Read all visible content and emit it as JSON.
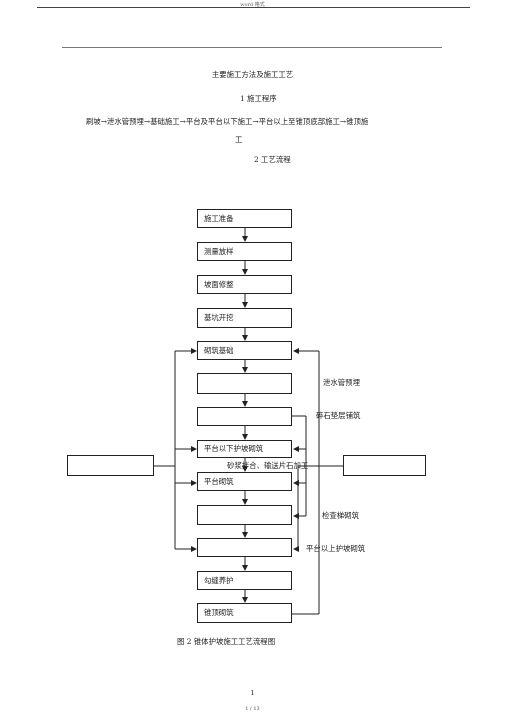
{
  "header": {
    "text": "word 格式"
  },
  "document": {
    "title": "主要施工方法及施工工艺",
    "section1_heading": "1  施工程序",
    "section1_line1": "刷坡→泄水管预埋→基础施工→平台及平台以下施工→平台以上至锥顶底部施工→锥顶施",
    "section1_line2": "工",
    "section2_heading": "2  工艺流程",
    "caption": "图 2 锥体护坡施工工艺流程图"
  },
  "flowchart": {
    "steps": [
      "施工准备",
      "测量放样",
      "坡面修整",
      "基坑开挖",
      "砌筑基础",
      "",
      "",
      "平台以下护坡砌筑",
      "平台砌筑",
      "",
      "",
      "勾缝养护",
      "锥顶砌筑"
    ],
    "left_box": "",
    "right_box": "",
    "side_labels": [
      "泄水管预埋",
      "碎石垫层铺筑",
      "砂浆拌合、输送片石加工",
      "检查梯砌筑",
      "平台以上护坡砌筑"
    ]
  },
  "footer": {
    "page_number": "1",
    "page_of": "1 / 13"
  }
}
